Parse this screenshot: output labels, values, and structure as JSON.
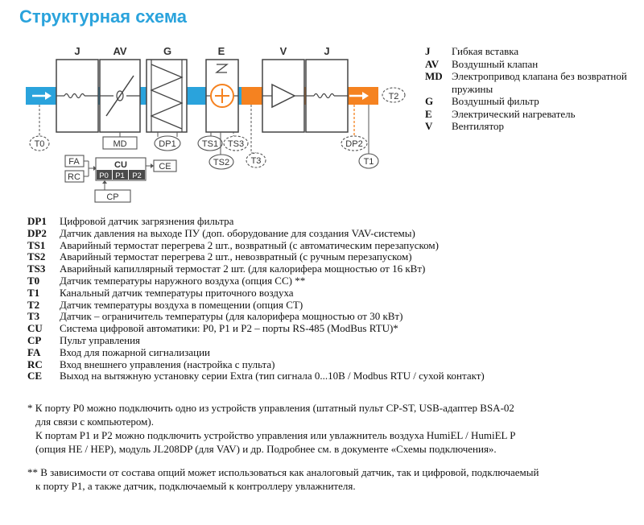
{
  "title": "Структурная схема",
  "diagram": {
    "blocks": [
      {
        "label": "J"
      },
      {
        "label": "AV"
      },
      {
        "label": "G"
      },
      {
        "label": "E"
      },
      {
        "label": "V"
      },
      {
        "label": "J"
      }
    ],
    "tags": {
      "t0": "T0",
      "md": "MD",
      "dp1": "DP1",
      "ts1": "TS1",
      "ts3": "TS3",
      "ts2": "TS2",
      "t3": "T3",
      "dp2": "DP2",
      "t1": "T1",
      "t2": "T2"
    },
    "cu_block": {
      "fa": "FA",
      "rc": "RC",
      "cu": "CU",
      "p0": "P0",
      "p1": "P1",
      "p2": "P2",
      "ce": "CE",
      "cp": "CP"
    },
    "colors": {
      "intake_duct": "#2aa3dc",
      "supply_duct": "#f58220",
      "block_outline": "#444444"
    }
  },
  "legend_top": [
    {
      "code": "J",
      "text": "Гибкая вставка"
    },
    {
      "code": "AV",
      "text": "Воздушный клапан"
    },
    {
      "code": "MD",
      "text": "Электропривод клапана без возвратной пружины"
    },
    {
      "code": "G",
      "text": "Воздушный фильтр"
    },
    {
      "code": "E",
      "text": "Электрический нагреватель"
    },
    {
      "code": "V",
      "text": "Вентилятор"
    }
  ],
  "legend_bottom": [
    {
      "code": "DP1",
      "text": "Цифровой датчик загрязнения фильтра"
    },
    {
      "code": "DP2",
      "text": "Датчик давления на выходе ПУ (доп. оборудование для создания VAV-системы)"
    },
    {
      "code": "TS1",
      "text": "Аварийный термостат перегрева 2 шт., возвратный (с автоматическим перезапуском)"
    },
    {
      "code": "TS2",
      "text": "Аварийный термостат перегрева 2 шт., невозвратный (с ручным перезапуском)"
    },
    {
      "code": "TS3",
      "text": "Аварийный капиллярный термостат 2 шт. (для калорифера мощностью от 16 кВт)"
    },
    {
      "code": "T0",
      "text": "Датчик температуры наружного воздуха (опция CC) **"
    },
    {
      "code": "T1",
      "text": "Канальный датчик температуры приточного воздуха"
    },
    {
      "code": "T2",
      "text": "Датчик температуры воздуха в помещении (опция CT)"
    },
    {
      "code": "T3",
      "text": "Датчик – ограничитель температуры (для калорифера мощностью от 30 кВт)"
    },
    {
      "code": "CU",
      "text": "Система цифровой автоматики: P0, P1 и P2 – порты RS-485 (ModBus RTU)*"
    },
    {
      "code": "CP",
      "text": "Пульт управления"
    },
    {
      "code": "FA",
      "text": "Вход для пожарной сигнализации"
    },
    {
      "code": "RC",
      "text": "Вход внешнего управления (настройка с пульта)"
    },
    {
      "code": "CE",
      "text": "Выход на вытяжную установку серии Extra (тип сигнала 0...10В / Modbus RTU / сухой контакт)"
    }
  ],
  "notes": {
    "n1": "* К порту P0 можно подключить одно из устройств управления (штатный пульт CP-ST, USB-адаптер BSA-02",
    "n1b": "для связи с компьютером).",
    "n2": "К портам P1 и P2 можно подключить устройство управления или увлажнитель воздуха HumiEL /  HumiEL P",
    "n2b": "(опция HE / HEP), модуль JL208DP (для VAV) и др. Подробнее см. в документе «Схемы подключения».",
    "n3": "** В зависимости от состава опций может использоваться как аналоговый датчик, так и цифровой, подключаемый",
    "n3b": "к порту P1, а также датчик, подключаемый к контроллеру увлажнителя."
  }
}
